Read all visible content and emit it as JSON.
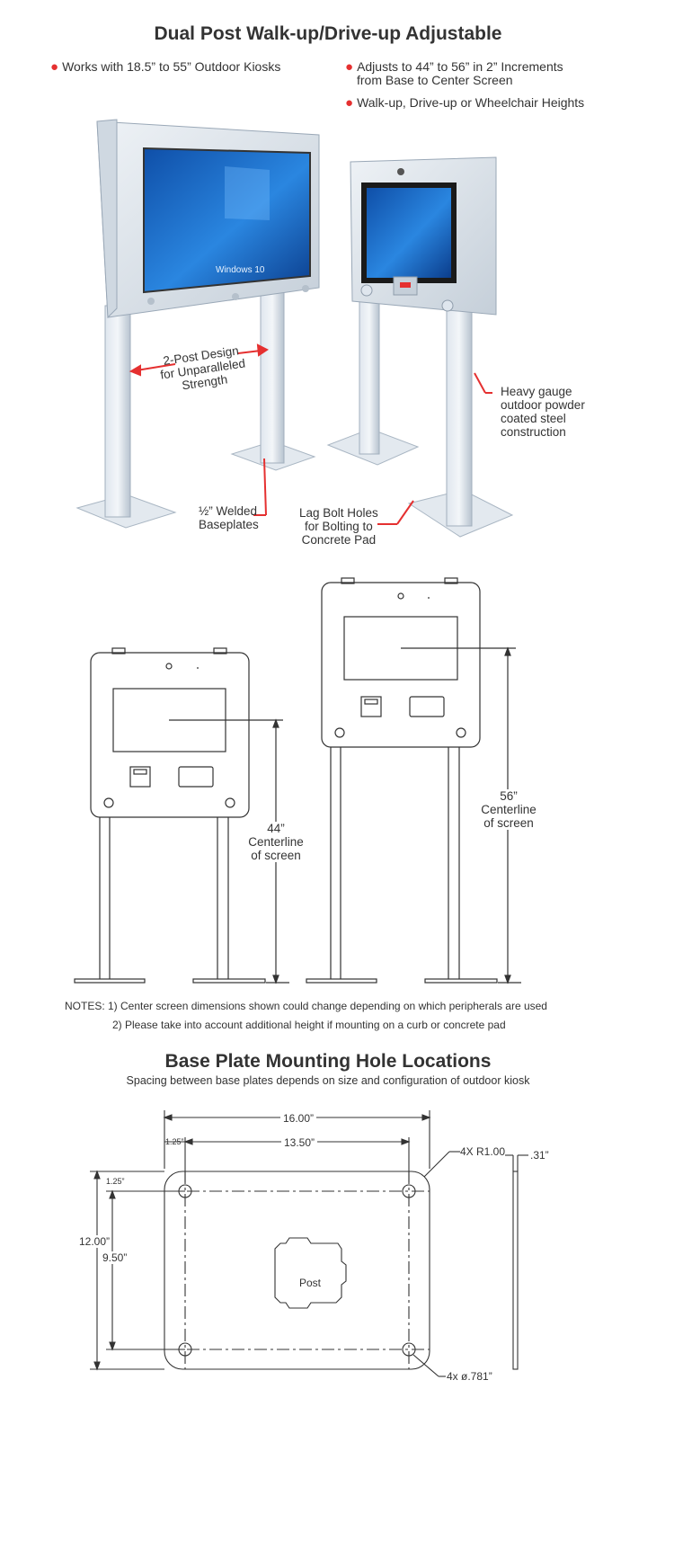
{
  "header": {
    "title": "Dual Post Walk-up/Drive-up Adjustable",
    "bullets": [
      "Works with 18.5” to 55” Outdoor Kiosks",
      "Adjusts to 44” to 56” in 2” Increments",
      "from Base to Center Screen",
      "Walk-up, Drive-up or Wheelchair Heights"
    ]
  },
  "photo": {
    "screen_brand": "Windows 10",
    "callouts": {
      "post_design": [
        "2-Post Design",
        "for Unparalleled",
        "Strength"
      ],
      "welded": [
        "½” Welded",
        "Baseplates"
      ],
      "lag_bolt": [
        "Lag Bolt Holes",
        "for Bolting to",
        "Concrete Pad"
      ],
      "heavy_gauge": [
        "Heavy gauge",
        "outdoor powder",
        "coated steel",
        "construction"
      ]
    }
  },
  "elevations": {
    "left": {
      "height": "44”",
      "label1": "Centerline",
      "label2": "of screen"
    },
    "right": {
      "height": "56”",
      "label1": "Centerline",
      "label2": "of screen"
    }
  },
  "notes": {
    "line1": "NOTES: 1) Center screen dimensions shown could change depending on which peripherals are used",
    "line2": "2) Please take into account additional height if mounting on a curb or concrete pad"
  },
  "baseplate": {
    "title": "Base Plate Mounting Hole Locations",
    "subtitle": "Spacing between base plates depends on size and configuration of outdoor kiosk",
    "dims": {
      "width_overall": "16.00”",
      "width_holes": "13.50”",
      "edge_x": "1.25”",
      "edge_y": "1.25”",
      "height_overall": "12.00”",
      "height_holes": "9.50”",
      "radius": "4X R1.00",
      "thickness": ".31”",
      "hole_dia": "4x ø.781”",
      "post_label": "Post"
    }
  },
  "colors": {
    "accent": "#e53030",
    "steel": "#c9d3dd",
    "screen": "#1f6fc9"
  }
}
